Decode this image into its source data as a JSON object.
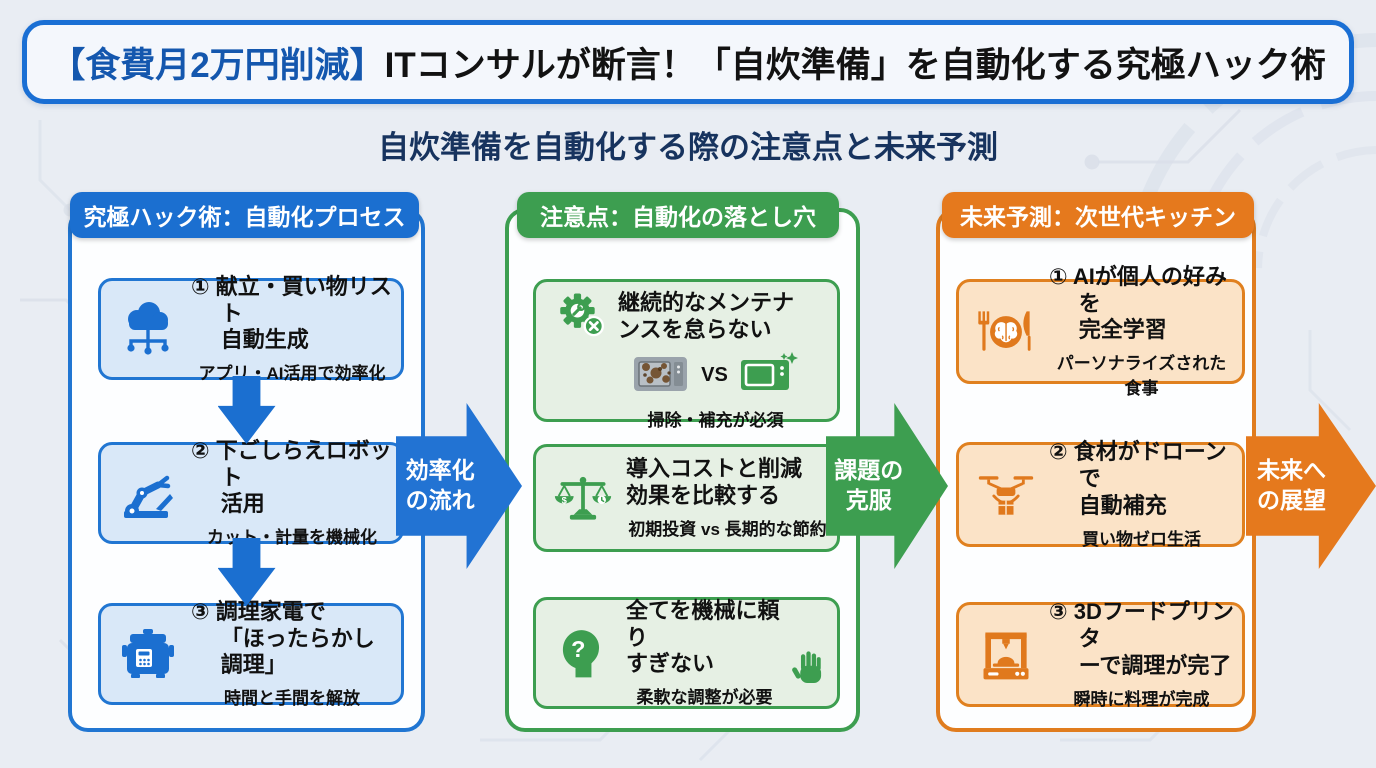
{
  "page": {
    "title_highlight": "【食費月2万円削減】",
    "title_rest": "ITコンサルが断言！「自炊準備」を自動化する究極ハック術",
    "subtitle": "自炊準備を自動化する際の注意点と未来予測"
  },
  "colors": {
    "blue": "#1b6fd0",
    "green": "#3d9e50",
    "orange": "#e5791d",
    "navy": "#17335e"
  },
  "columns": [
    {
      "header": "究極ハック術：自動化プロセス",
      "cards": [
        {
          "icon": "cloud-network-icon",
          "title": "① 献立・買い物リスト\n自動生成",
          "caption": "アプリ・AI活用で効率化"
        },
        {
          "icon": "robot-arm-icon",
          "title": "② 下ごしらえロボット\n活用",
          "caption": "カット・計量を機械化"
        },
        {
          "icon": "multicooker-icon",
          "title": "③ 調理家電で\n「ほったらかし調理」",
          "caption": "時間と手間を解放"
        }
      ]
    },
    {
      "header": "注意点：自動化の落とし穴",
      "cards": [
        {
          "icon": "gear-wrench-icon",
          "title": "継続的なメンテナ\nンスを怠らない",
          "vs_label": "VS",
          "caption": "掃除・補充が必須"
        },
        {
          "icon": "balance-scale-icon",
          "title": "導入コストと削減\n効果を比較する",
          "caption": "初期投資 vs 長期的な節約"
        },
        {
          "icon": "head-question-icon",
          "title": "全てを機械に頼り\nすぎない",
          "caption": "柔軟な調整が必要"
        }
      ]
    },
    {
      "header": "未来予測：次世代キッチン",
      "cards": [
        {
          "icon": "brain-plate-icon",
          "title": "① AIが個人の好みを\n完全学習",
          "caption": "パーソナライズされた食事"
        },
        {
          "icon": "drone-delivery-icon",
          "title": "② 食材がドローンで\n自動補充",
          "caption": "買い物ゼロ生活"
        },
        {
          "icon": "food-printer-icon",
          "title": "③ 3Dフードプリンタ\nーで調理が完了",
          "caption": "瞬時に料理が完成"
        }
      ]
    }
  ],
  "flow_arrows": [
    {
      "label": "効率化\nの流れ"
    },
    {
      "label": "課題の\n克服"
    },
    {
      "label": "未来へ\nの展望"
    }
  ]
}
